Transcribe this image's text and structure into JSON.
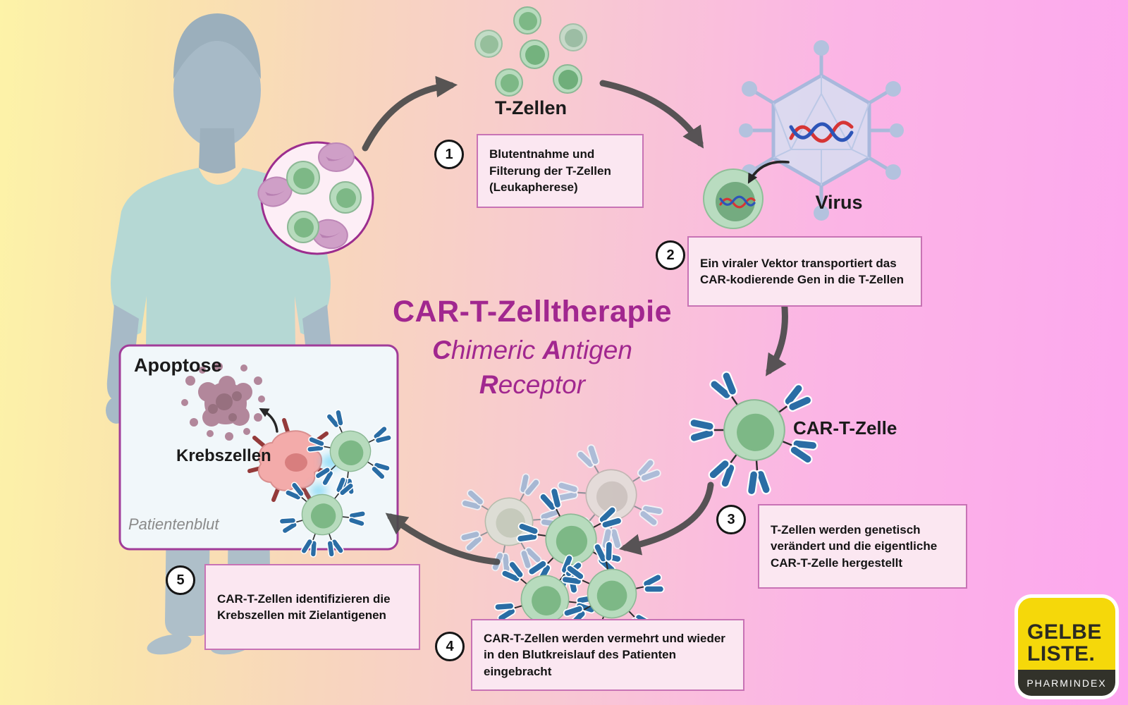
{
  "title": {
    "main": "CAR-T-Zelltherapie",
    "sub": {
      "c1": "C",
      "r1": "himeric ",
      "c2": "A",
      "r2": "ntigen",
      "c3": "R",
      "r3": "eceptor"
    }
  },
  "labels": {
    "t_zellen": "T-Zellen",
    "virus": "Virus",
    "car_t_zelle": "CAR-T-Zelle",
    "apoptose": "Apoptose",
    "krebszellen": "Krebszellen",
    "patientenblut": "Patientenblut"
  },
  "steps": [
    {
      "number": "1",
      "text": "Blutentnahme und Filterung der T-Zellen (Leukapherese)"
    },
    {
      "number": "2",
      "text": "Ein viraler Vektor transportiert das CAR-kodierende Gen in die T-Zellen"
    },
    {
      "number": "3",
      "text": "T-Zellen werden genetisch verändert und die eigentliche CAR-T-Zelle hergestellt"
    },
    {
      "number": "4",
      "text": "CAR-T-Zellen werden vermehrt und wieder in den Blutkreislauf des Patienten eingebracht"
    },
    {
      "number": "5",
      "text": "CAR-T-Zellen identifizieren die Krebszellen mit Zielantigenen"
    }
  ],
  "logo": {
    "line1": "GELBE",
    "line2": "LISTE.",
    "sub": "PHARMINDEX"
  },
  "colors": {
    "accent_magenta": "#a1278f",
    "box_fill": "#fbe7f1",
    "box_border": "#c873b5",
    "apoptose_box_fill": "#f1f7fa",
    "apoptose_box_border": "#a13c99",
    "arrow_gray": "#4a4a4a",
    "cell_green_outer": "#b7dbbd",
    "cell_green_inner": "#7db886",
    "receptor_blue": "#2a6da5",
    "bg_left_yellow": "#fdf3a8",
    "bg_right_pink": "#fda7ee",
    "logo_yellow": "#f5d80a",
    "logo_dark": "#32322a"
  }
}
